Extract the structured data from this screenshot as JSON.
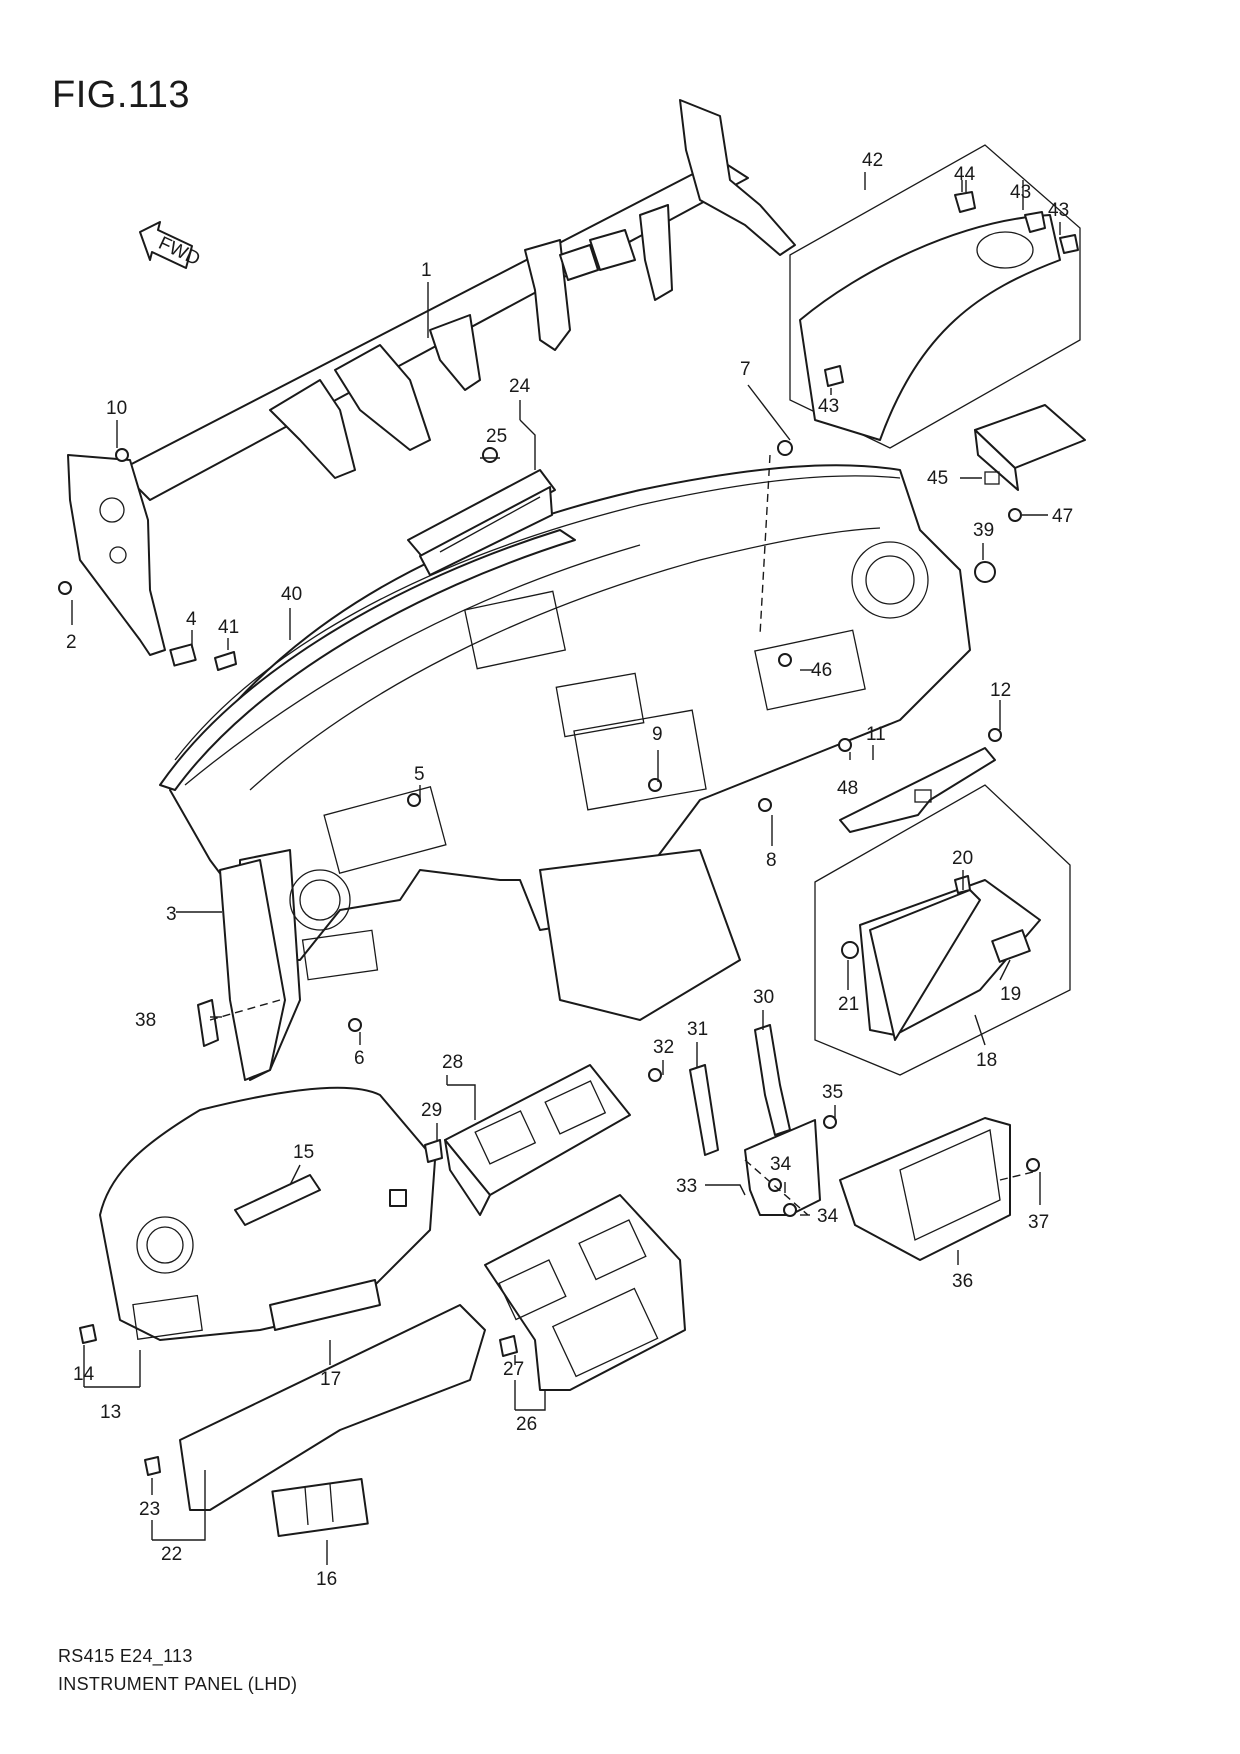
{
  "figure": {
    "title": "FIG.113",
    "code": "RS415 E24_113",
    "description": "INSTRUMENT PANEL (LHD)",
    "fwd_label": "FWD"
  },
  "callouts": [
    {
      "id": "c1",
      "label": "1"
    },
    {
      "id": "c2",
      "label": "2"
    },
    {
      "id": "c3",
      "label": "3"
    },
    {
      "id": "c4",
      "label": "4"
    },
    {
      "id": "c5",
      "label": "5"
    },
    {
      "id": "c6",
      "label": "6"
    },
    {
      "id": "c7",
      "label": "7"
    },
    {
      "id": "c8",
      "label": "8"
    },
    {
      "id": "c9",
      "label": "9"
    },
    {
      "id": "c10",
      "label": "10"
    },
    {
      "id": "c11",
      "label": "11"
    },
    {
      "id": "c12",
      "label": "12"
    },
    {
      "id": "c13",
      "label": "13"
    },
    {
      "id": "c14",
      "label": "14"
    },
    {
      "id": "c15",
      "label": "15"
    },
    {
      "id": "c16",
      "label": "16"
    },
    {
      "id": "c17",
      "label": "17"
    },
    {
      "id": "c18",
      "label": "18"
    },
    {
      "id": "c19",
      "label": "19"
    },
    {
      "id": "c20",
      "label": "20"
    },
    {
      "id": "c21",
      "label": "21"
    },
    {
      "id": "c22",
      "label": "22"
    },
    {
      "id": "c23",
      "label": "23"
    },
    {
      "id": "c24",
      "label": "24"
    },
    {
      "id": "c25",
      "label": "25"
    },
    {
      "id": "c26",
      "label": "26"
    },
    {
      "id": "c27",
      "label": "27"
    },
    {
      "id": "c28",
      "label": "28"
    },
    {
      "id": "c29",
      "label": "29"
    },
    {
      "id": "c30",
      "label": "30"
    },
    {
      "id": "c31",
      "label": "31"
    },
    {
      "id": "c32",
      "label": "32"
    },
    {
      "id": "c33",
      "label": "33"
    },
    {
      "id": "c34a",
      "label": "34"
    },
    {
      "id": "c34b",
      "label": "34"
    },
    {
      "id": "c35",
      "label": "35"
    },
    {
      "id": "c36",
      "label": "36"
    },
    {
      "id": "c37",
      "label": "37"
    },
    {
      "id": "c38",
      "label": "38"
    },
    {
      "id": "c39",
      "label": "39"
    },
    {
      "id": "c40",
      "label": "40"
    },
    {
      "id": "c41",
      "label": "41"
    },
    {
      "id": "c42",
      "label": "42"
    },
    {
      "id": "c43a",
      "label": "43"
    },
    {
      "id": "c43b",
      "label": "43"
    },
    {
      "id": "c43c",
      "label": "43"
    },
    {
      "id": "c44",
      "label": "44"
    },
    {
      "id": "c45",
      "label": "45"
    },
    {
      "id": "c46",
      "label": "46"
    },
    {
      "id": "c47",
      "label": "47"
    },
    {
      "id": "c48",
      "label": "48"
    }
  ]
}
